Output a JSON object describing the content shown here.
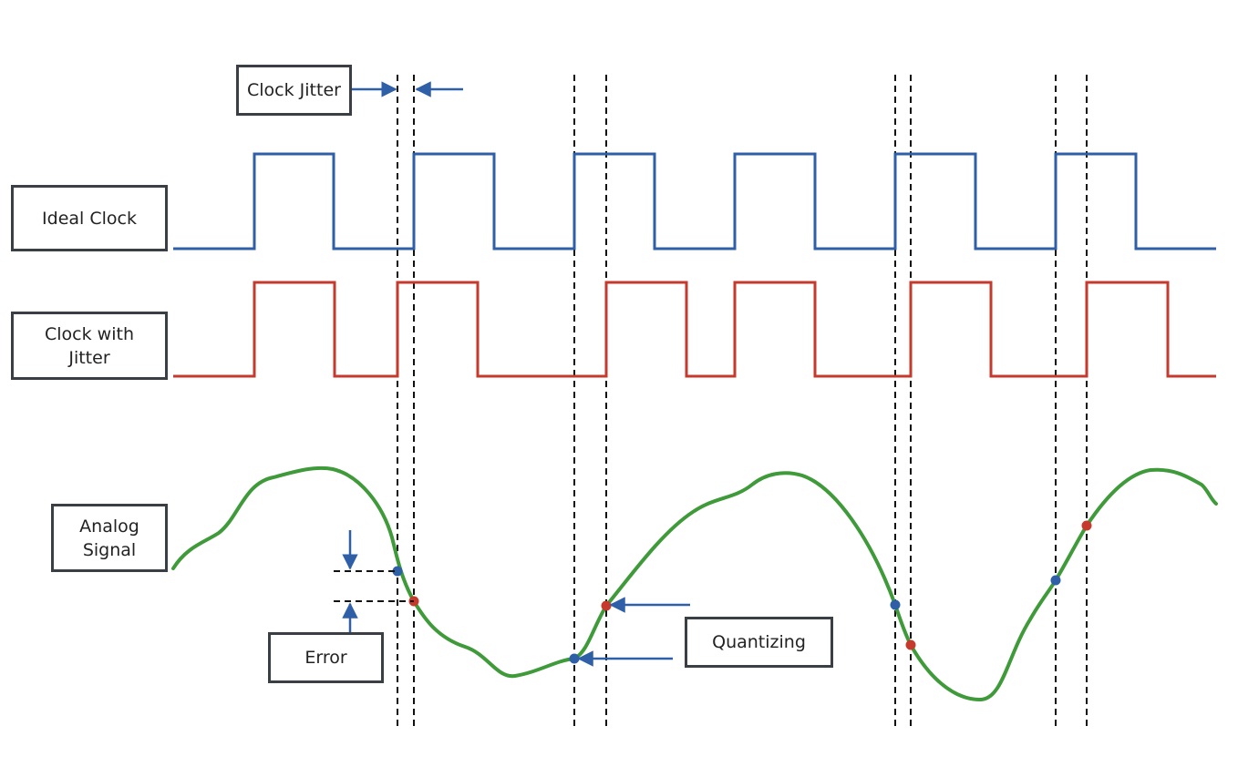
{
  "labels": {
    "clock_jitter": "Clock Jitter",
    "ideal_clock": "Ideal Clock",
    "clock_with_jitter": "Clock with\nJitter",
    "analog_signal": "Analog\nSignal",
    "error": "Error",
    "quantizing": "Quantizing"
  },
  "colors": {
    "ideal_clock": "#2e5fa7",
    "jitter_clock": "#c6392d",
    "analog_signal": "#3f9a3a",
    "ideal_sample_dot": "#2e5fa7",
    "jitter_sample_dot": "#c6392d",
    "arrow": "#2e5fa7",
    "guide_line": "#111111",
    "box_border": "#3a3f45"
  }
}
